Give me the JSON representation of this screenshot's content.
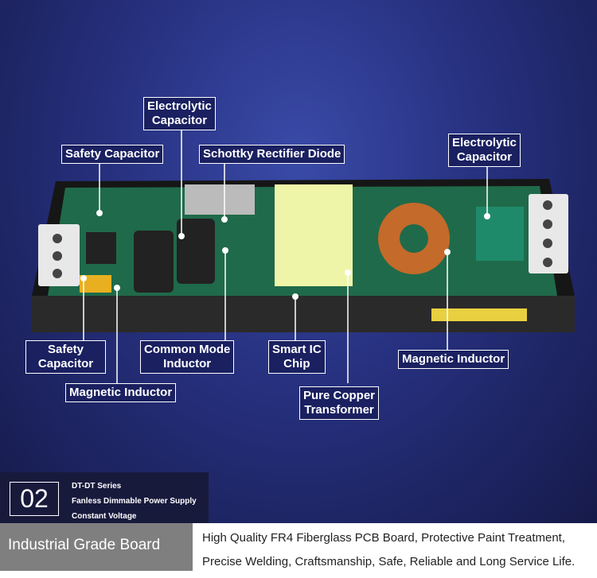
{
  "labels": {
    "electrolytic_left": [
      "Electrolytic",
      "Capacitor"
    ],
    "safety_top": "Safety Capacitor",
    "schottky": "Schottky Rectifier Diode",
    "electrolytic_right": [
      "Electrolytic",
      "Capacitor"
    ],
    "safety_bottom": [
      "Safety",
      "Capacitor"
    ],
    "magnetic_left": "Magnetic Inductor",
    "common_mode": [
      "Common Mode",
      "Inductor"
    ],
    "smart_ic": [
      "Smart IC",
      "Chip"
    ],
    "transformer": [
      "Pure Copper",
      "Transformer"
    ],
    "magnetic_right": "Magnetic Inductor"
  },
  "badge": {
    "number": "02",
    "series": "DT-DT Series",
    "product": "Fanless Dimmable Power Supply",
    "mode": "Constant Voltage"
  },
  "section_title": "Industrial Grade Board",
  "description": [
    "High Quality FR4 Fiberglass PCB Board, Protective Paint Treatment,",
    "Precise Welding, Craftsmanship, Safe, Reliable and Long Service Life."
  ]
}
